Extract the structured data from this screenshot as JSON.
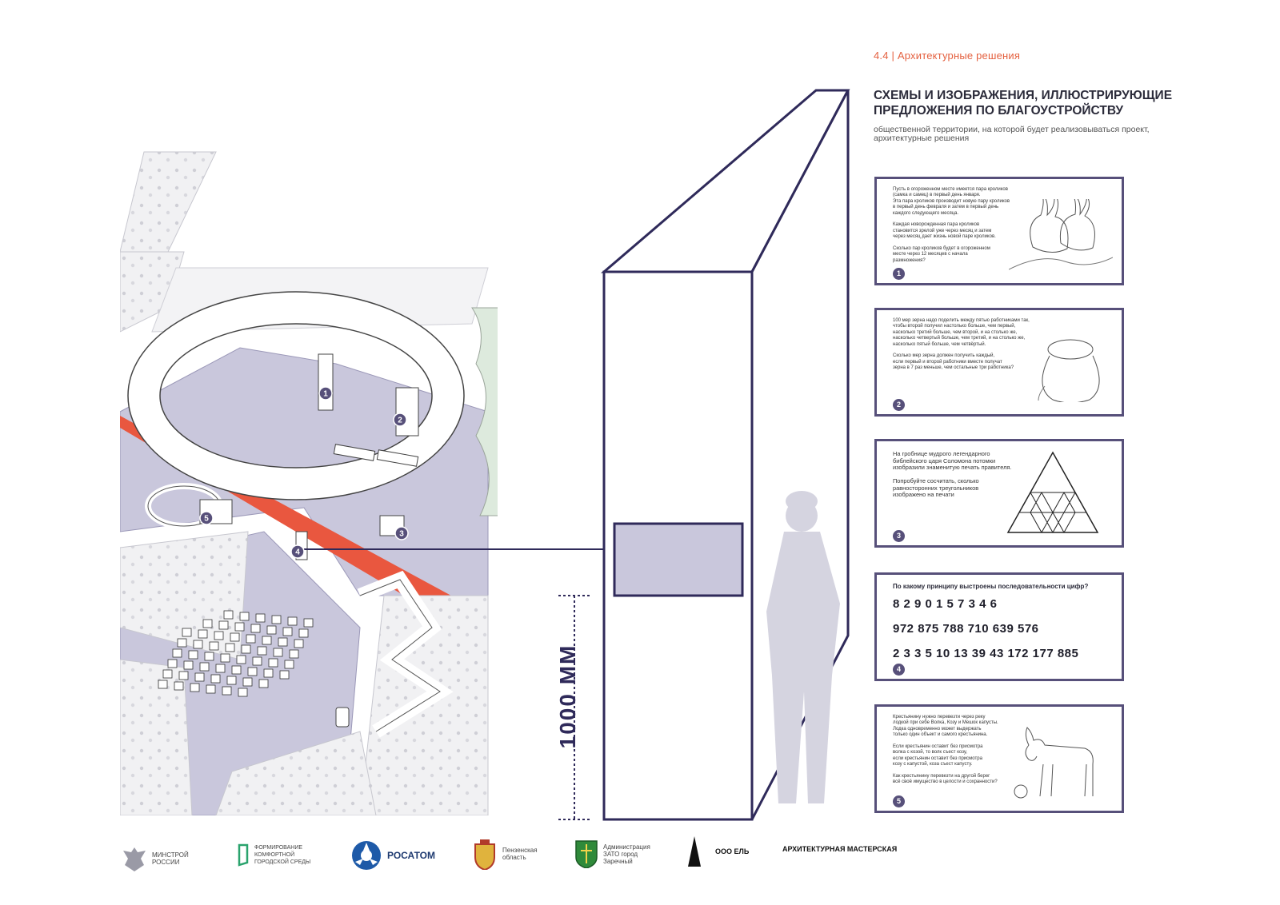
{
  "header": {
    "section": "4.4 | Архитектурные решения",
    "title": "СХЕМЫ И ИЗОБРАЖЕНИЯ, ИЛЛЮСТРИРУЮЩИЕ ПРЕДЛОЖЕНИЯ ПО БЛАГОУСТРОЙСТВУ",
    "subtitle": "общественной территории, на которой будет реализовываться проект, архитектурные решения"
  },
  "plan": {
    "markers": [
      "1",
      "2",
      "3",
      "4",
      "5"
    ]
  },
  "elevation": {
    "dimension_label": "1000 ММ"
  },
  "cards": [
    {
      "number": "1",
      "text": "Пусть в огороженном месте имеется пара кроликов\n(самка и самец) в первый день января.\nЭта пара кроликов производит новую пару кроликов\nв первый день февраля и затем в первый день\nкаждого следующего месяца.\n\nКаждая новорожденная пара кроликов\nстановится зрелой уже через месяц и затем\nчерез месяц дает жизнь новой паре кроликов.\n\nСколько пар кроликов будет в огороженном\nместе через 12 месяцев с начала\nразмножения?"
    },
    {
      "number": "2",
      "text": "100 мер зерна надо поделить между пятью работниками так,\nчтобы второй получил настолько больше, чем первый,\nнасколько третий больше, чем второй, и на столько же,\nнасколько четвертый больше, чем третий, и на столько же,\nнасколько пятый больше, чем четвёртый.\n\nСколько мер зерна должен получить каждый,\nесли первый и второй работники вместе получат\nзерна в 7 раз меньше, чем остальные три работника?"
    },
    {
      "number": "3",
      "text": "На гробнице мудрого легендарного\nбиблейского царя Соломона потомки\nизобразили знаменитую печать правителя.\n\nПопробуйте сосчитать, сколько\nравносторонних треугольников\nизображено на печати"
    },
    {
      "number": "4",
      "question": "По какому принципу выстроены последовательности цифр?",
      "sequences": [
        "8 2 9 0 1 5 7 3 4 6",
        "972 875 788 710 639 576",
        "2 3 3 5 10 13 39 43 172 177 885"
      ]
    },
    {
      "number": "5",
      "text": "Крестьянину нужно перевезти через реку\nлодкой при себе Волка, Козу и Мешок капусты.\nЛодка одновременно может выдержать\nтолько один объект и самого крестьянина.\n\nЕсли крестьянин оставит без присмотра\nволка с козой, то волк съест козу,\nесли крестьянин оставит без присмотра\nкозу с капустой, коза съест капусту.\n\nКак крестьянину перевезти на другой берег\nвсё своё имущество в целости и сохранности?"
    }
  ],
  "footer": {
    "logos": [
      {
        "icon": "eagle-emblem-icon",
        "label": "МИНСТРОЙ\nРОССИИ"
      },
      {
        "icon": "comfort-city-icon",
        "label": "ФОРМИРОВАНИЕ\nКОМФОРТНОЙ\nГОРОДСКОЙ СРЕДЫ"
      },
      {
        "icon": "rosatom-icon",
        "label": "РОСАТОМ"
      },
      {
        "icon": "penza-coat-of-arms-icon",
        "label": "Пензенская\nобласть"
      },
      {
        "icon": "zarechny-coat-of-arms-icon",
        "label": "Администрация\nЗАТО город\nЗаречный"
      },
      {
        "icon": "spruce-triangle-icon",
        "label": "ООО ЕЛЬ"
      },
      {
        "icon": "",
        "label": "АРХИТЕКТУРНАЯ МАСТЕРСКАЯ"
      }
    ]
  },
  "colors": {
    "accent": "#e4603f",
    "frame": "#57507a",
    "plaza": "#c9c7dc",
    "red_path": "#e9573f"
  }
}
